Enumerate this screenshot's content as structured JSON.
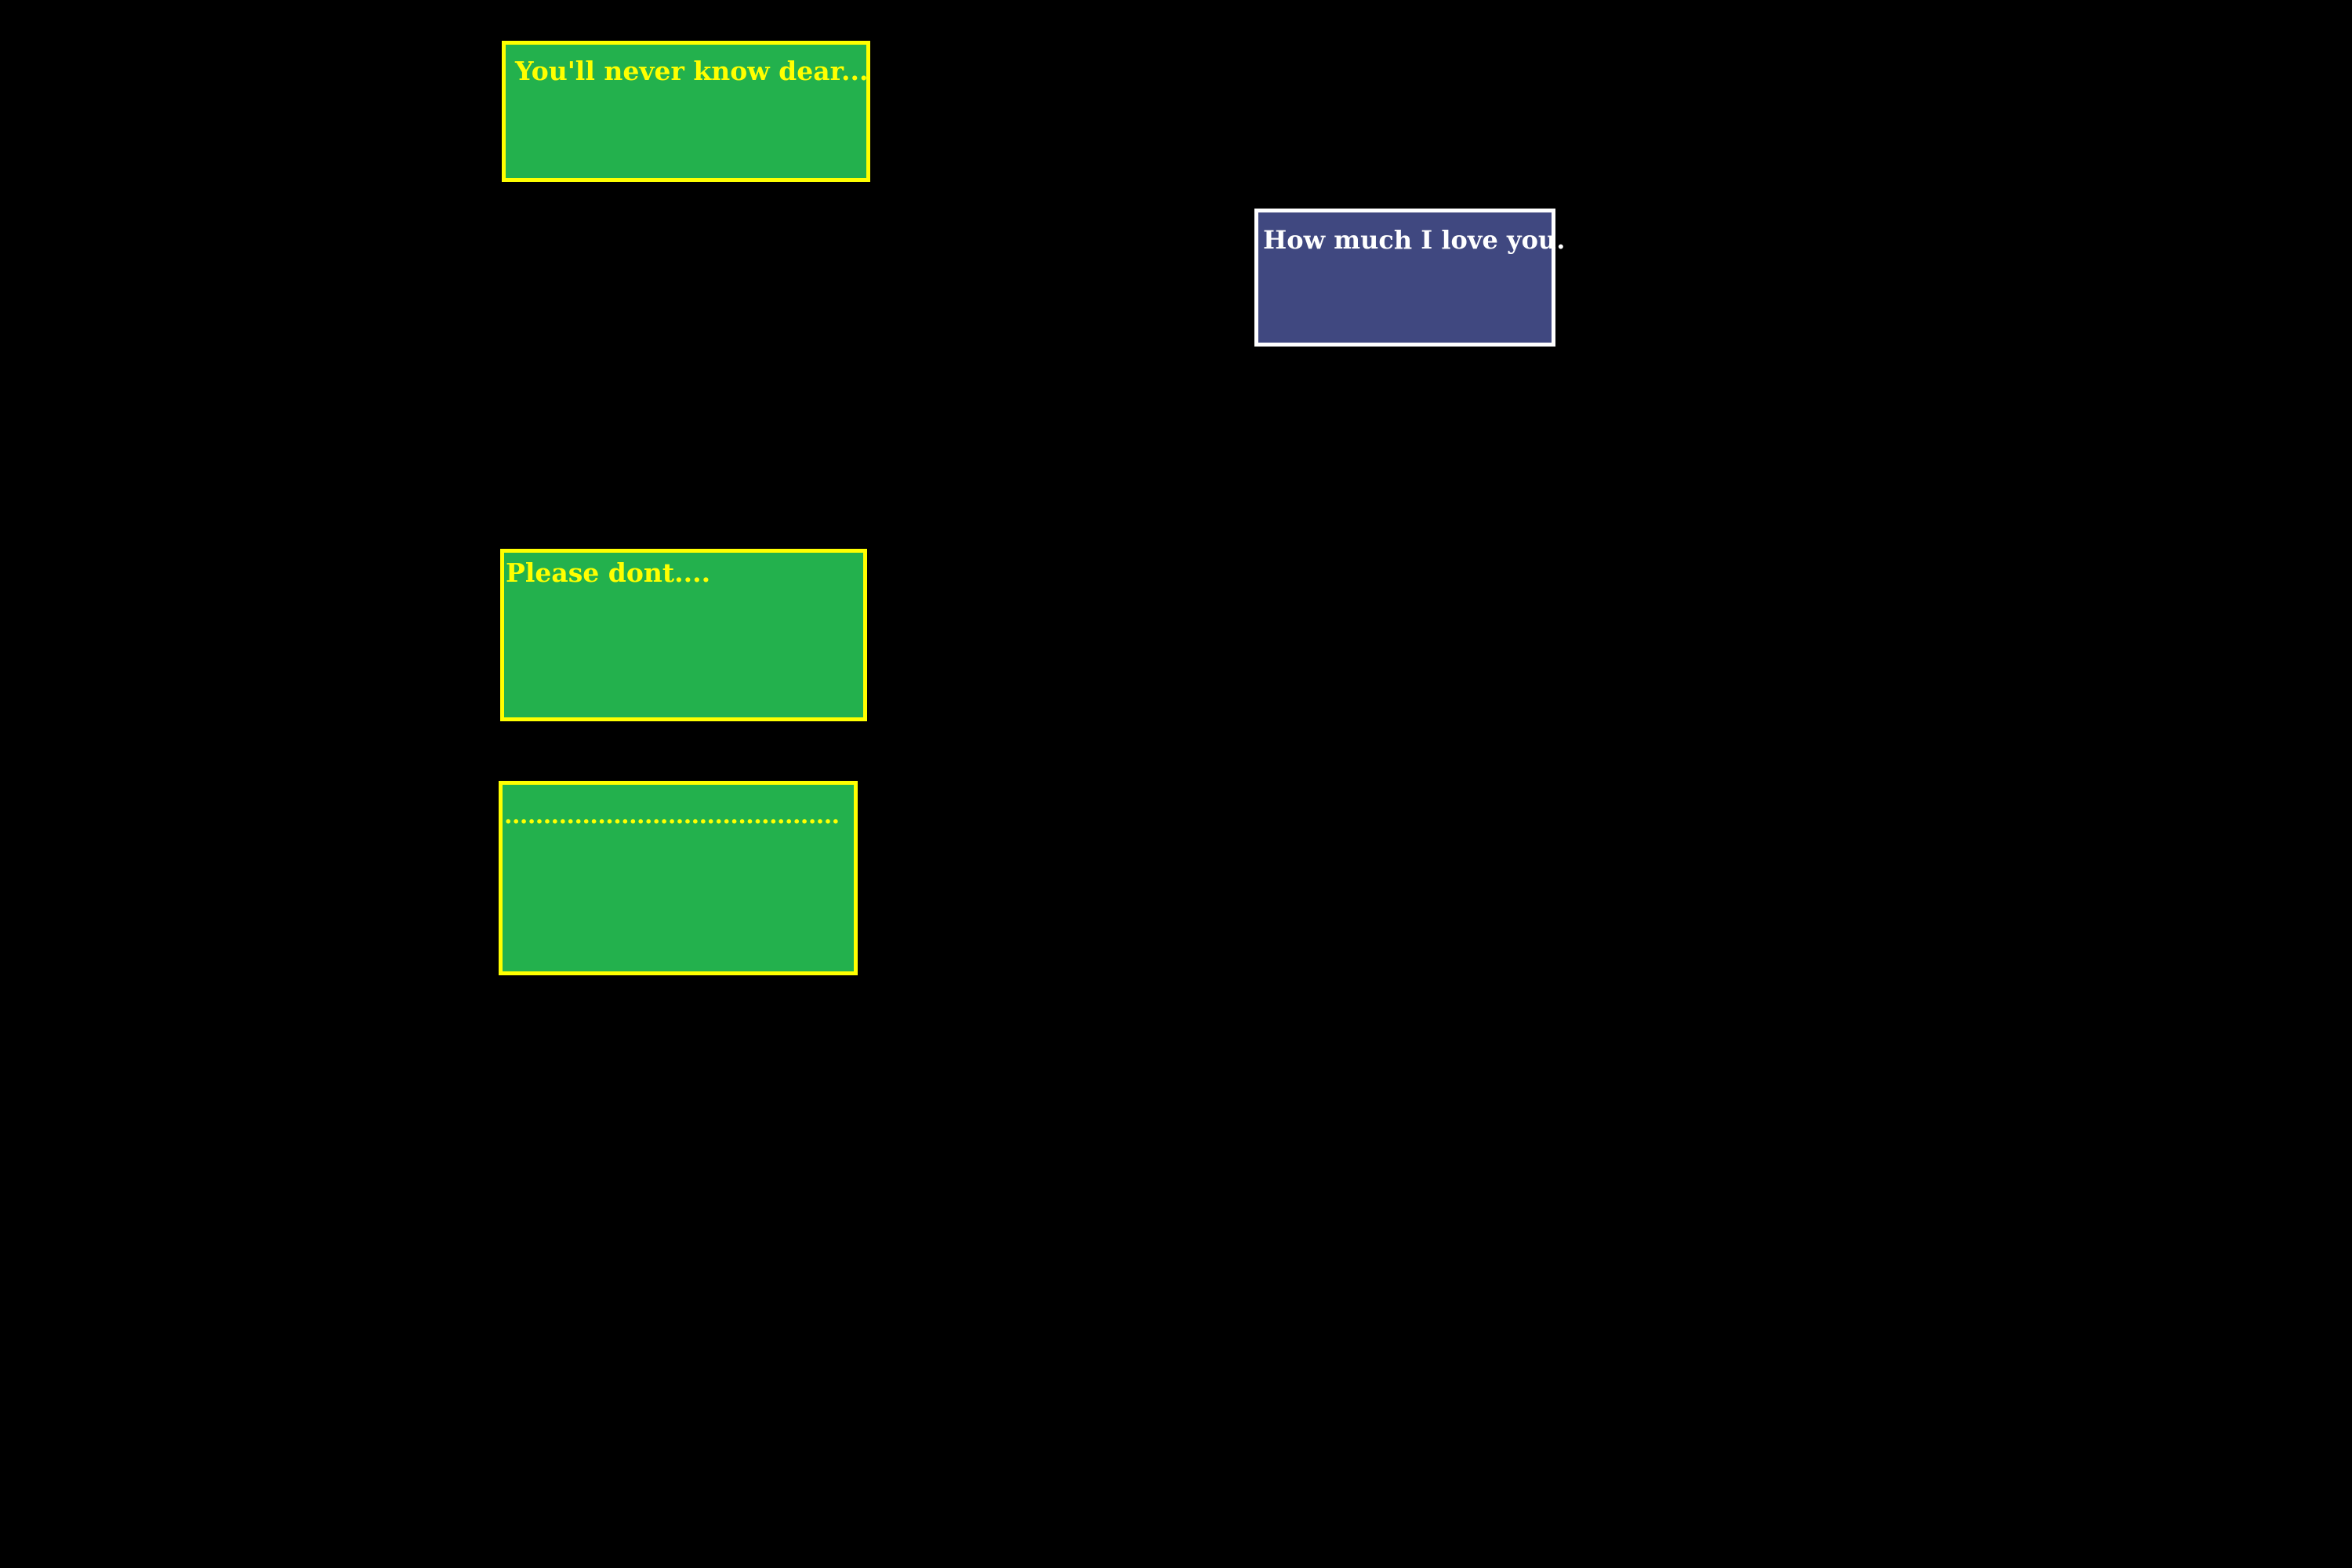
{
  "boxes": [
    {
      "text": "You'll never know dear..."
    },
    {
      "text": "How much I love you."
    },
    {
      "text": "Please dont...."
    },
    {
      "text": "..........................................."
    }
  ],
  "colors": {
    "background": "#000000",
    "green_box": "#23b14d",
    "yellow": "#ffff00",
    "blue_box": "#404880",
    "white": "#ffffff"
  }
}
